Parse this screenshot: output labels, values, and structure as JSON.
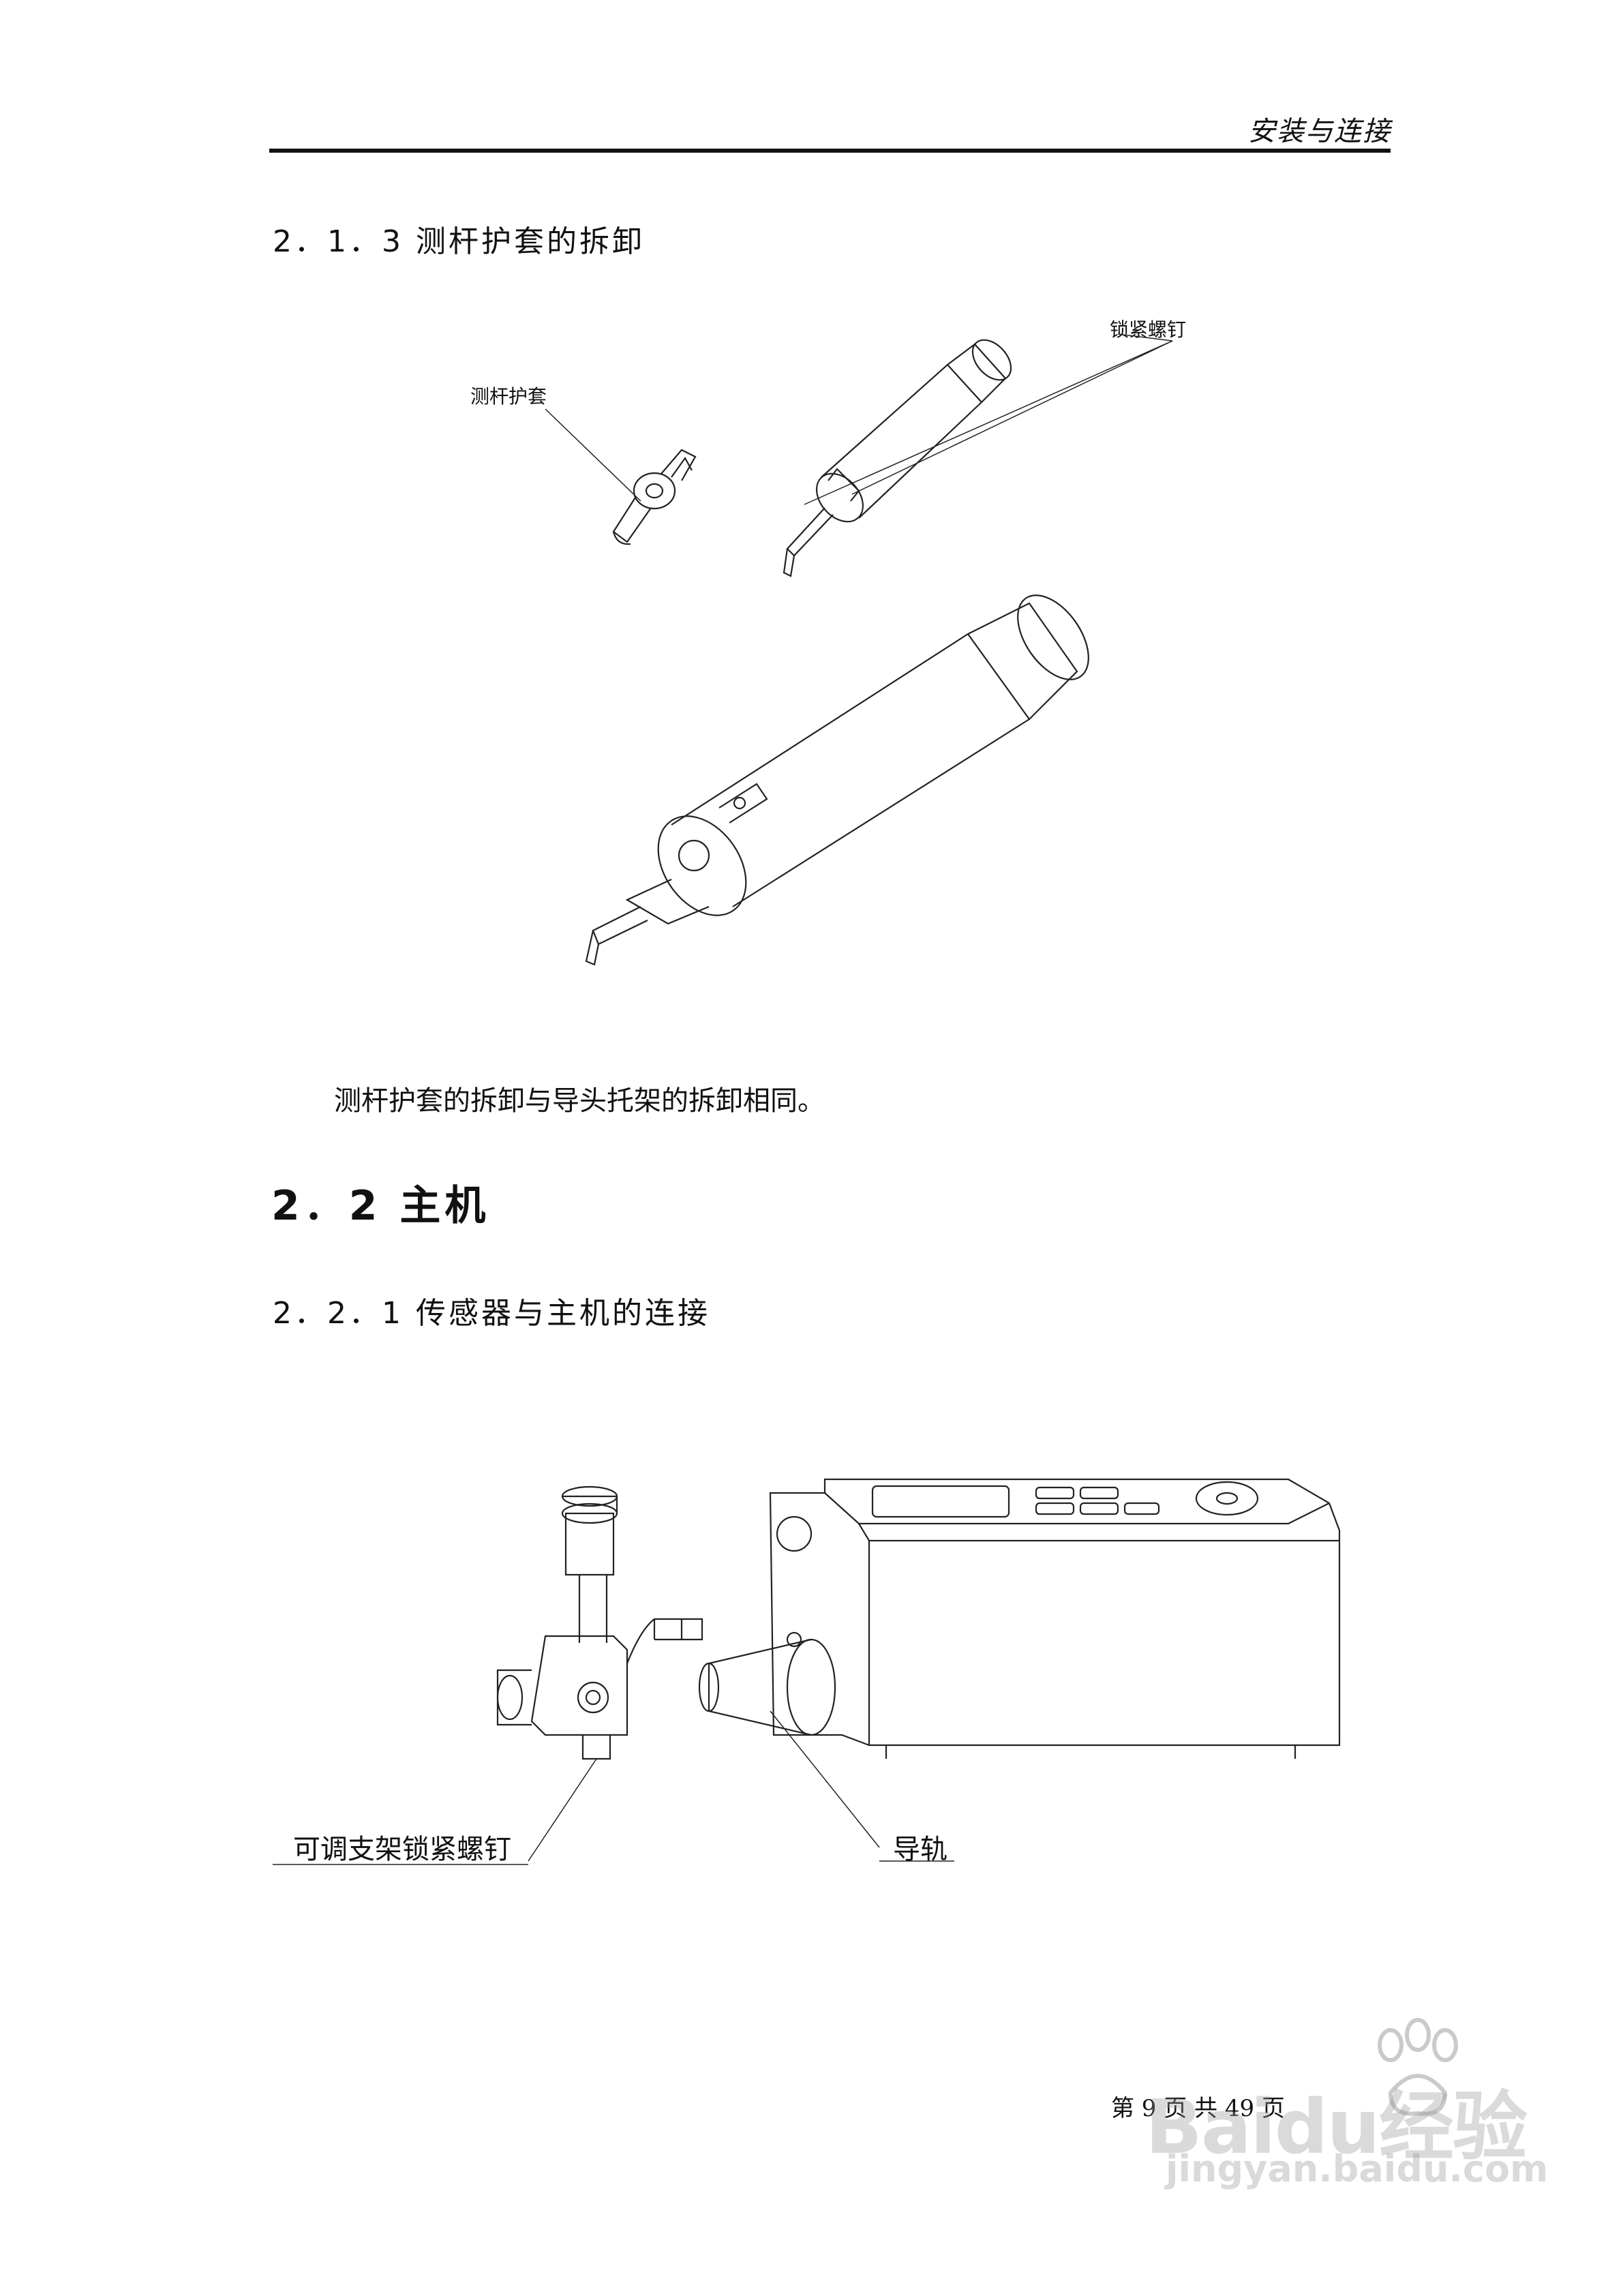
{
  "header": {
    "section_title": "安装与连接"
  },
  "section_2_1_3": {
    "heading": "2．1．3 测杆护套的拆卸",
    "callout_sleeve": "测杆护套",
    "callout_screw": "锁紧螺钉",
    "paragraph": "测杆护套的拆卸与导头托架的拆卸相同。"
  },
  "section_2_2": {
    "heading": "2．2 主机"
  },
  "section_2_2_1": {
    "heading": "2．2．1 传感器与主机的连接",
    "callout_bracket_screw": "可调支架锁紧螺钉",
    "callout_rail": "导轨"
  },
  "footer": {
    "page_label": "第 9 页 共 49 页"
  },
  "watermark": {
    "brand": "Baidu经验",
    "url": "jingyan.baidu.com"
  }
}
